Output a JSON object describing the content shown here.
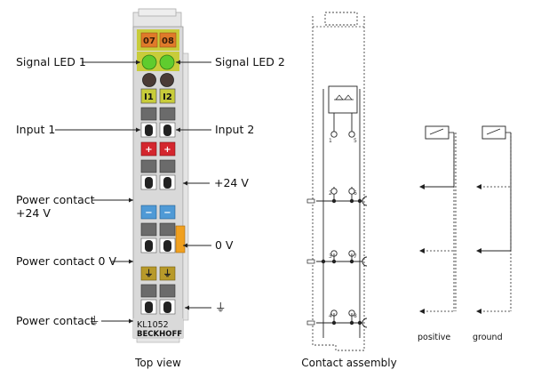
{
  "labels": {
    "signal_led_1": "Signal LED 1",
    "signal_led_2": "Signal LED 2",
    "input_1": "Input 1",
    "input_2": "Input 2",
    "plus_24v": "+24 V",
    "power_contact_24v_line1": "Power contact",
    "power_contact_24v_line2": "+24 V",
    "zero_v": "0 V",
    "power_contact_0v": "Power contact 0 V",
    "power_contact_ground": "Power contact",
    "ground_symbol": "⏚"
  },
  "terminal": {
    "led_top_left": "07",
    "led_top_right": "08",
    "input_chip_left": "I1",
    "input_chip_right": "I2",
    "plus_sign": "+",
    "minus_sign": "−",
    "ground_sign": "⏚",
    "model": "KL1052",
    "brand": "BECKHOFF"
  },
  "contact_numbers": {
    "top_left": "1",
    "top_right": "5",
    "mid1_left": "2",
    "mid1_right": "6",
    "mid2_left": "3",
    "mid2_right": "7",
    "bot_left": "4",
    "bot_right": "8"
  },
  "captions": {
    "top_view": "Top view",
    "contact_assembly": "Contact assembly",
    "positive": "positive",
    "ground": "ground"
  },
  "colors": {
    "housing": "#d9d9d9",
    "yellow_green": "#c8cc3a",
    "orange_chip": "#e07a2a",
    "led_green": "#5fcc2e",
    "led_dark": "#4a3b36",
    "red_contact": "#d4262e",
    "blue_contact": "#4f9ad6",
    "yellow_contact": "#b89a2a",
    "orange_tab": "#f0a020"
  }
}
